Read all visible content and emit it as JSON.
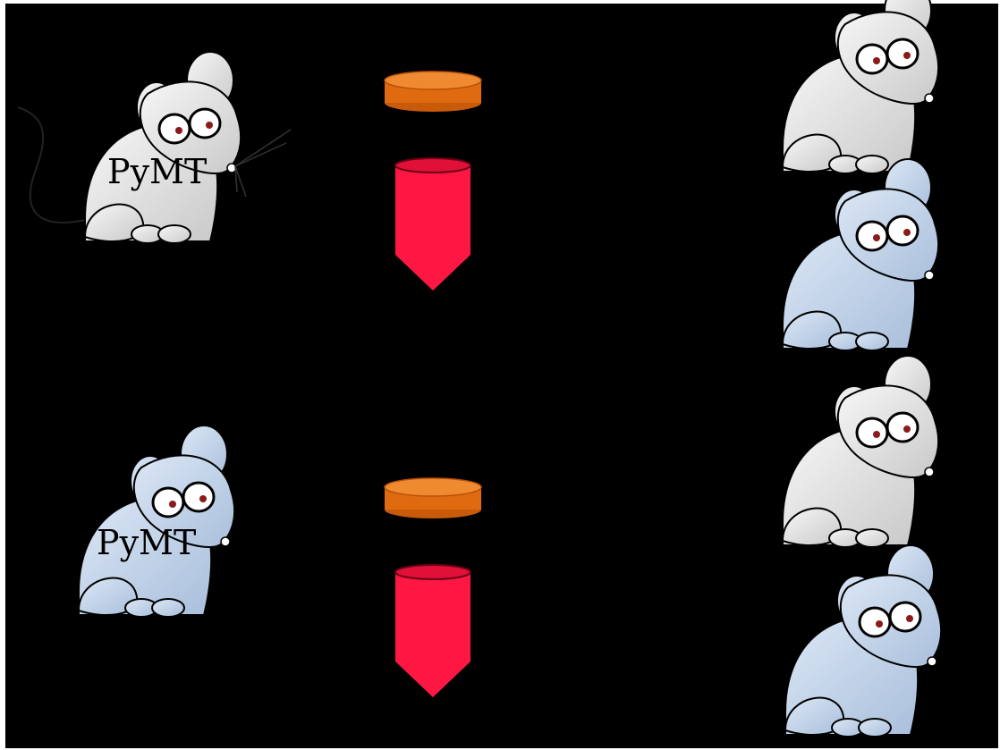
{
  "donors": [
    {
      "id": "donor-white",
      "label": "PyMT",
      "fur": "white",
      "has_tail": true
    },
    {
      "id": "donor-blue",
      "label": "PyMT",
      "fur": "blue",
      "has_tail": false
    }
  ],
  "recipients": [
    {
      "id": "recipient-1",
      "fur": "white"
    },
    {
      "id": "recipient-2",
      "fur": "blue"
    },
    {
      "id": "recipient-3",
      "fur": "white"
    },
    {
      "id": "recipient-4",
      "fur": "blue"
    }
  ],
  "colors": {
    "background": "#000000",
    "frame": "#ffffff",
    "white_fur": "#dcdcdc",
    "white_fur_light": "#f7f7f7",
    "blue_fur": "#b8cce6",
    "blue_fur_light": "#dce7f5",
    "eye_pupil": "#8b1a1a",
    "dish": "#e06a10",
    "dish_top": "#f08a30",
    "tube": "#ff1744",
    "outline": "#000000"
  }
}
